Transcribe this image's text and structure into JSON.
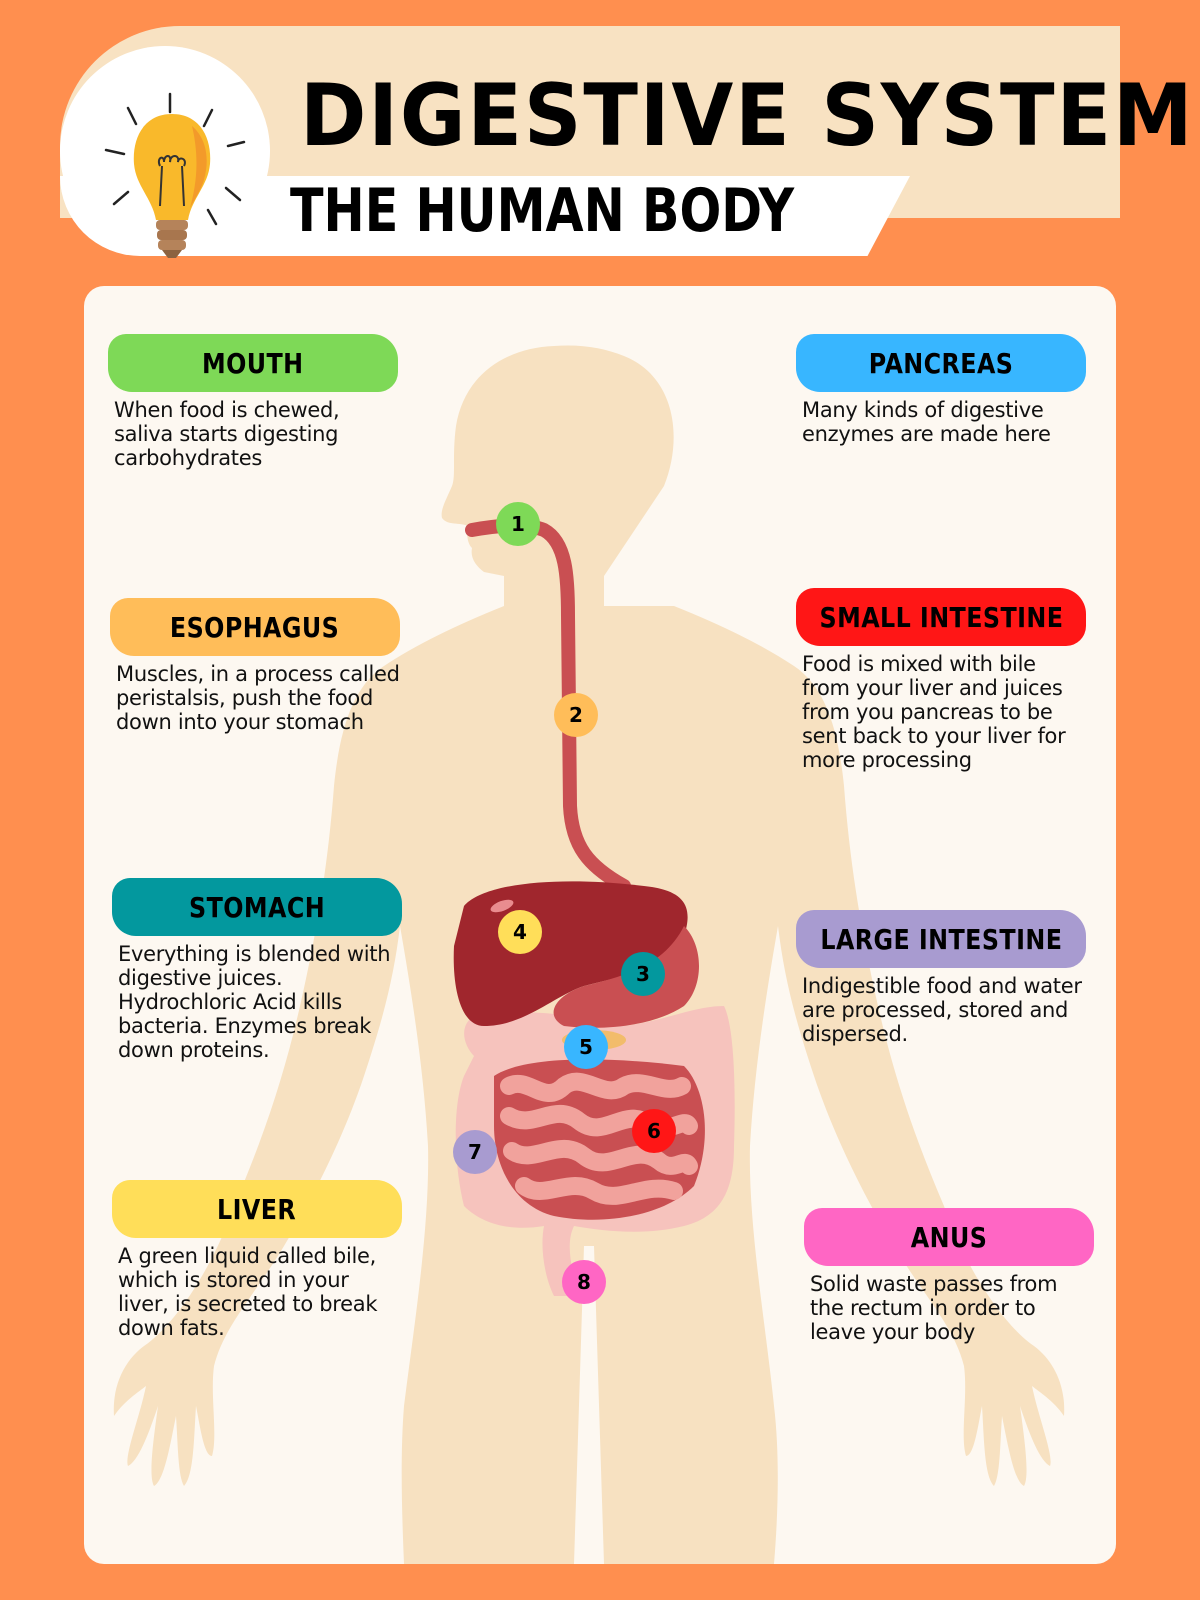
{
  "header": {
    "title": "DIGESTIVE SYSTEM",
    "subtitle": "THE HUMAN BODY",
    "icon": "lightbulb-icon"
  },
  "colors": {
    "background": "#ff8f4f",
    "header_peach": "#f8e2c2",
    "card": "#fdf8f1",
    "body_silhouette": "#f7e1c1",
    "esophagus": "#c94f52",
    "liver": "#a0262d",
    "stomach": "#c94f52",
    "intestine": "#f1a29c",
    "large_intestine": "#f6c3bd"
  },
  "organs": [
    {
      "number": "1",
      "name": "MOUTH",
      "color": "#7ed957",
      "description": "When food is chewed, saliva starts digesting carbohydrates"
    },
    {
      "number": "2",
      "name": "ESOPHAGUS",
      "color": "#ffbd59",
      "description": "Muscles, in a process called peristalsis, push the food down into your stomach"
    },
    {
      "number": "3",
      "name": "STOMACH",
      "color": "#03989e",
      "description": "Everything is blended with digestive juices. Hydrochloric Acid kills bacteria. Enzymes break down proteins."
    },
    {
      "number": "4",
      "name": "LIVER",
      "color": "#ffde59",
      "description": "A green liquid called bile, which is stored in your liver, is secreted to break down fats."
    },
    {
      "number": "5",
      "name": "PANCREAS",
      "color": "#38b6ff",
      "description": "Many kinds of digestive enzymes are made here"
    },
    {
      "number": "6",
      "name": "SMALL INTESTINE",
      "color": "#ff1616",
      "description": "Food is mixed with bile from your liver and juices from you pancreas to be sent back to your liver for more processing"
    },
    {
      "number": "7",
      "name": "LARGE INTESTINE",
      "color": "#a89bd0",
      "description": "Indigestible food and water are processed, stored and dispersed."
    },
    {
      "number": "8",
      "name": "ANUS",
      "color": "#ff66c4",
      "description": "Solid waste passes from the rectum in order to leave your body"
    }
  ]
}
